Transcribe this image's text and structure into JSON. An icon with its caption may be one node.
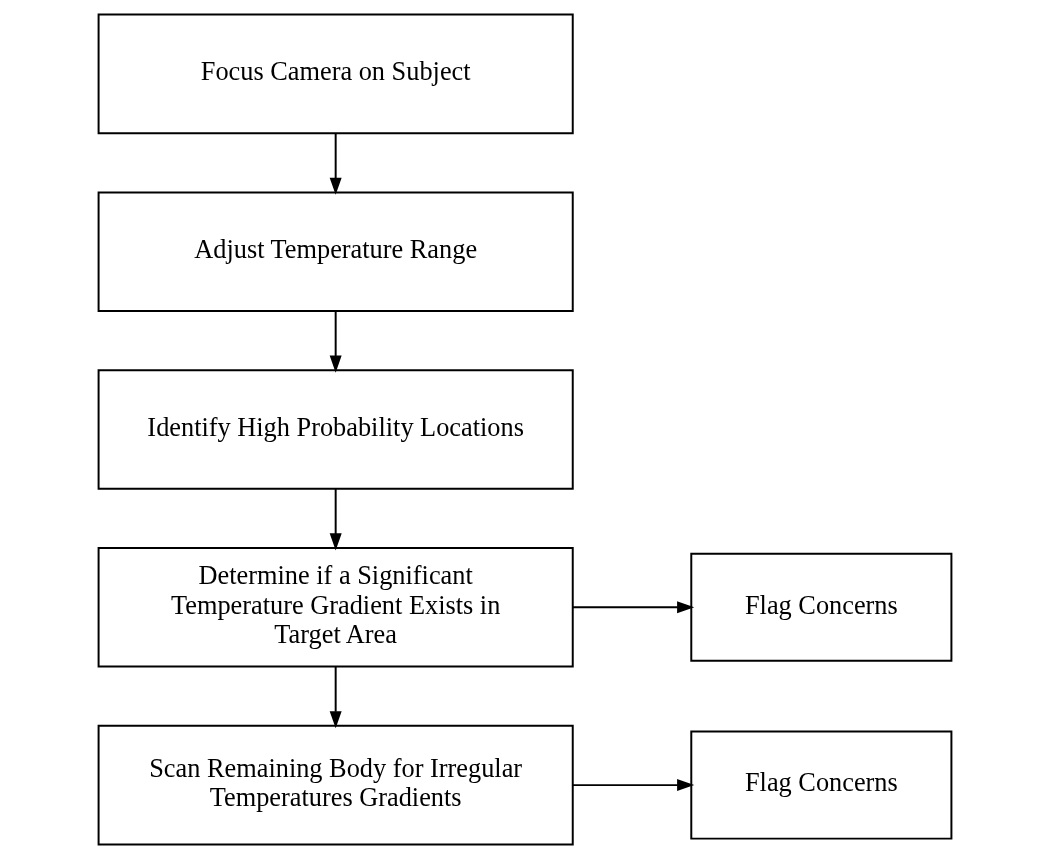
{
  "diagram": {
    "nodes": [
      {
        "text": [
          "Focus Camera on Subject"
        ]
      },
      {
        "text": [
          "Adjust Temperature Range"
        ]
      },
      {
        "text": [
          "Identify High Probability Locations"
        ]
      },
      {
        "text": [
          "Determine if a Significant Temperature Gradient Exists in Target Area"
        ]
      },
      {
        "text": [
          "Flag Concerns"
        ]
      },
      {
        "text": [
          "Scan Remaining Body for Irregular Temperatures Gradients"
        ]
      },
      {
        "text": [
          "Flag Concerns"
        ]
      }
    ],
    "edges": [
      {
        "from": 0,
        "to": 1,
        "arrow": "to"
      },
      {
        "from": 1,
        "to": 2,
        "arrow": "to"
      },
      {
        "from": 2,
        "to": 3,
        "arrow": "to"
      },
      {
        "from": 3,
        "to": 4,
        "arrow": "to"
      },
      {
        "from": 3,
        "to": 5,
        "arrow": "to"
      },
      {
        "from": 5,
        "to": 6,
        "arrow": "to"
      }
    ]
  }
}
